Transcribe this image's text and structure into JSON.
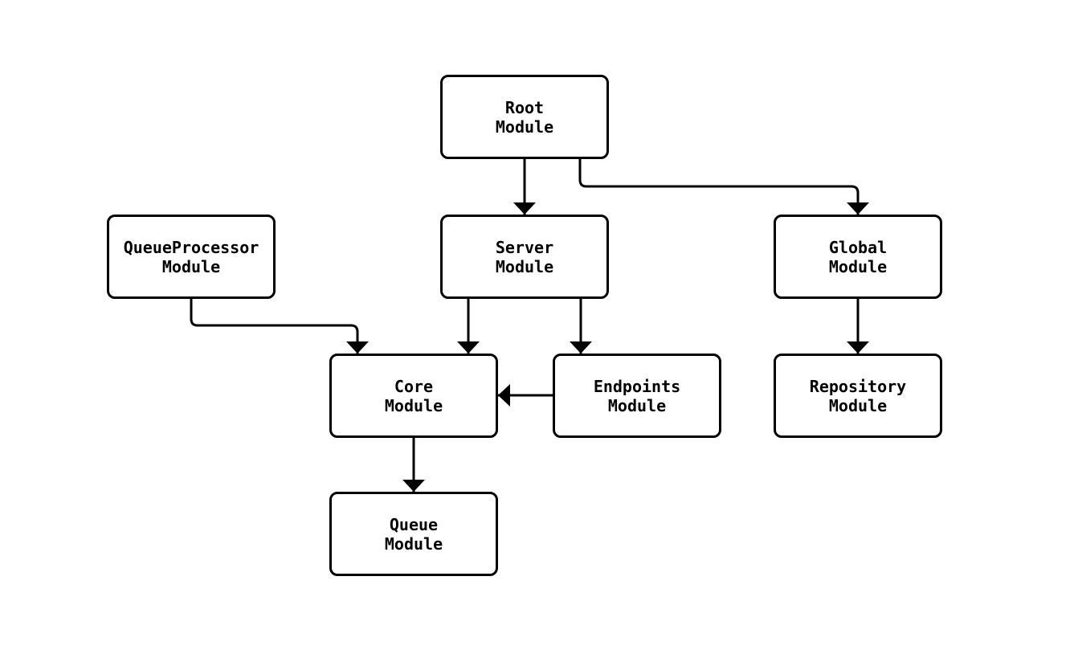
{
  "diagram": {
    "type": "flowchart",
    "colors": {
      "background": "#ffffff",
      "node_fill": "#ffffff",
      "node_border": "#000000",
      "edge_stroke": "#000000",
      "text": "#000000"
    },
    "nodes": [
      {
        "id": "root-module",
        "label": "Root\nModule"
      },
      {
        "id": "queueprocessor-module",
        "label": "QueueProcessor\nModule"
      },
      {
        "id": "server-module",
        "label": "Server\nModule"
      },
      {
        "id": "global-module",
        "label": "Global\nModule"
      },
      {
        "id": "core-module",
        "label": "Core\nModule"
      },
      {
        "id": "endpoints-module",
        "label": "Endpoints\nModule"
      },
      {
        "id": "repository-module",
        "label": "Repository\nModule"
      },
      {
        "id": "queue-module",
        "label": "Queue\nModule"
      }
    ],
    "edges": [
      {
        "from": "root-module",
        "to": "server-module"
      },
      {
        "from": "root-module",
        "to": "global-module"
      },
      {
        "from": "queueprocessor-module",
        "to": "core-module"
      },
      {
        "from": "server-module",
        "to": "core-module"
      },
      {
        "from": "server-module",
        "to": "endpoints-module"
      },
      {
        "from": "endpoints-module",
        "to": "core-module"
      },
      {
        "from": "global-module",
        "to": "repository-module"
      },
      {
        "from": "core-module",
        "to": "queue-module"
      }
    ]
  }
}
